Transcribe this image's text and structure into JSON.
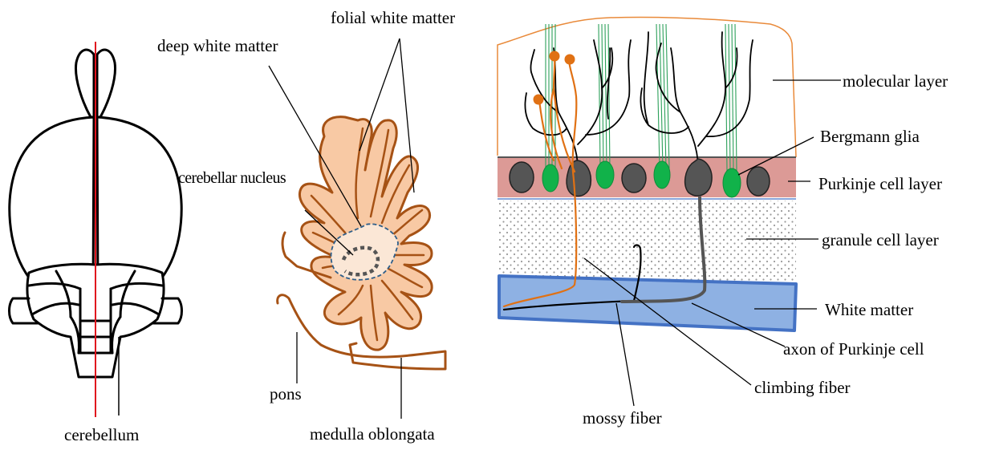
{
  "panels": {
    "brain": {
      "labels": {
        "cerebellum": "cerebellum"
      },
      "colors": {
        "outline": "#000000",
        "midline": "#e0141e"
      }
    },
    "sagittal": {
      "labels": {
        "folial_white_matter": "folial white matter",
        "deep_white_matter": "deep white matter",
        "cerebellar_nucleus": "cerebellar nucleus",
        "pons": "pons",
        "medulla_oblongata": "medulla oblongata"
      },
      "colors": {
        "folia_fill": "#f8c9a4",
        "folia_stroke": "#a65215",
        "nucleus_outline": "#2f5f8a",
        "nucleus_core": "#555555"
      }
    },
    "cortex": {
      "labels": {
        "molecular_layer": "molecular layer",
        "bergmann_glia": "Bergmann glia",
        "purkinje_cell_layer": "Purkinje cell layer",
        "granule_cell_layer": "granule cell layer",
        "white_matter": "White matter",
        "axon_of_purkinje_cell": "axon of Purkinje cell",
        "climbing_fiber": "climbing fiber",
        "mossy_fiber": "mossy fiber"
      },
      "colors": {
        "molecular_outline": "#e98a3a",
        "purkinje_layer": "#dc9a96",
        "granule_dots": "#9a9a9a",
        "white_matter_fill": "#8eb1e3",
        "white_matter_stroke": "#4472c4",
        "purkinje_soma": "#555555",
        "bergmann_glia": "#11b24a",
        "glia_fibers": "#2ca05a",
        "climbing_fiber": "#e07114"
      }
    }
  }
}
